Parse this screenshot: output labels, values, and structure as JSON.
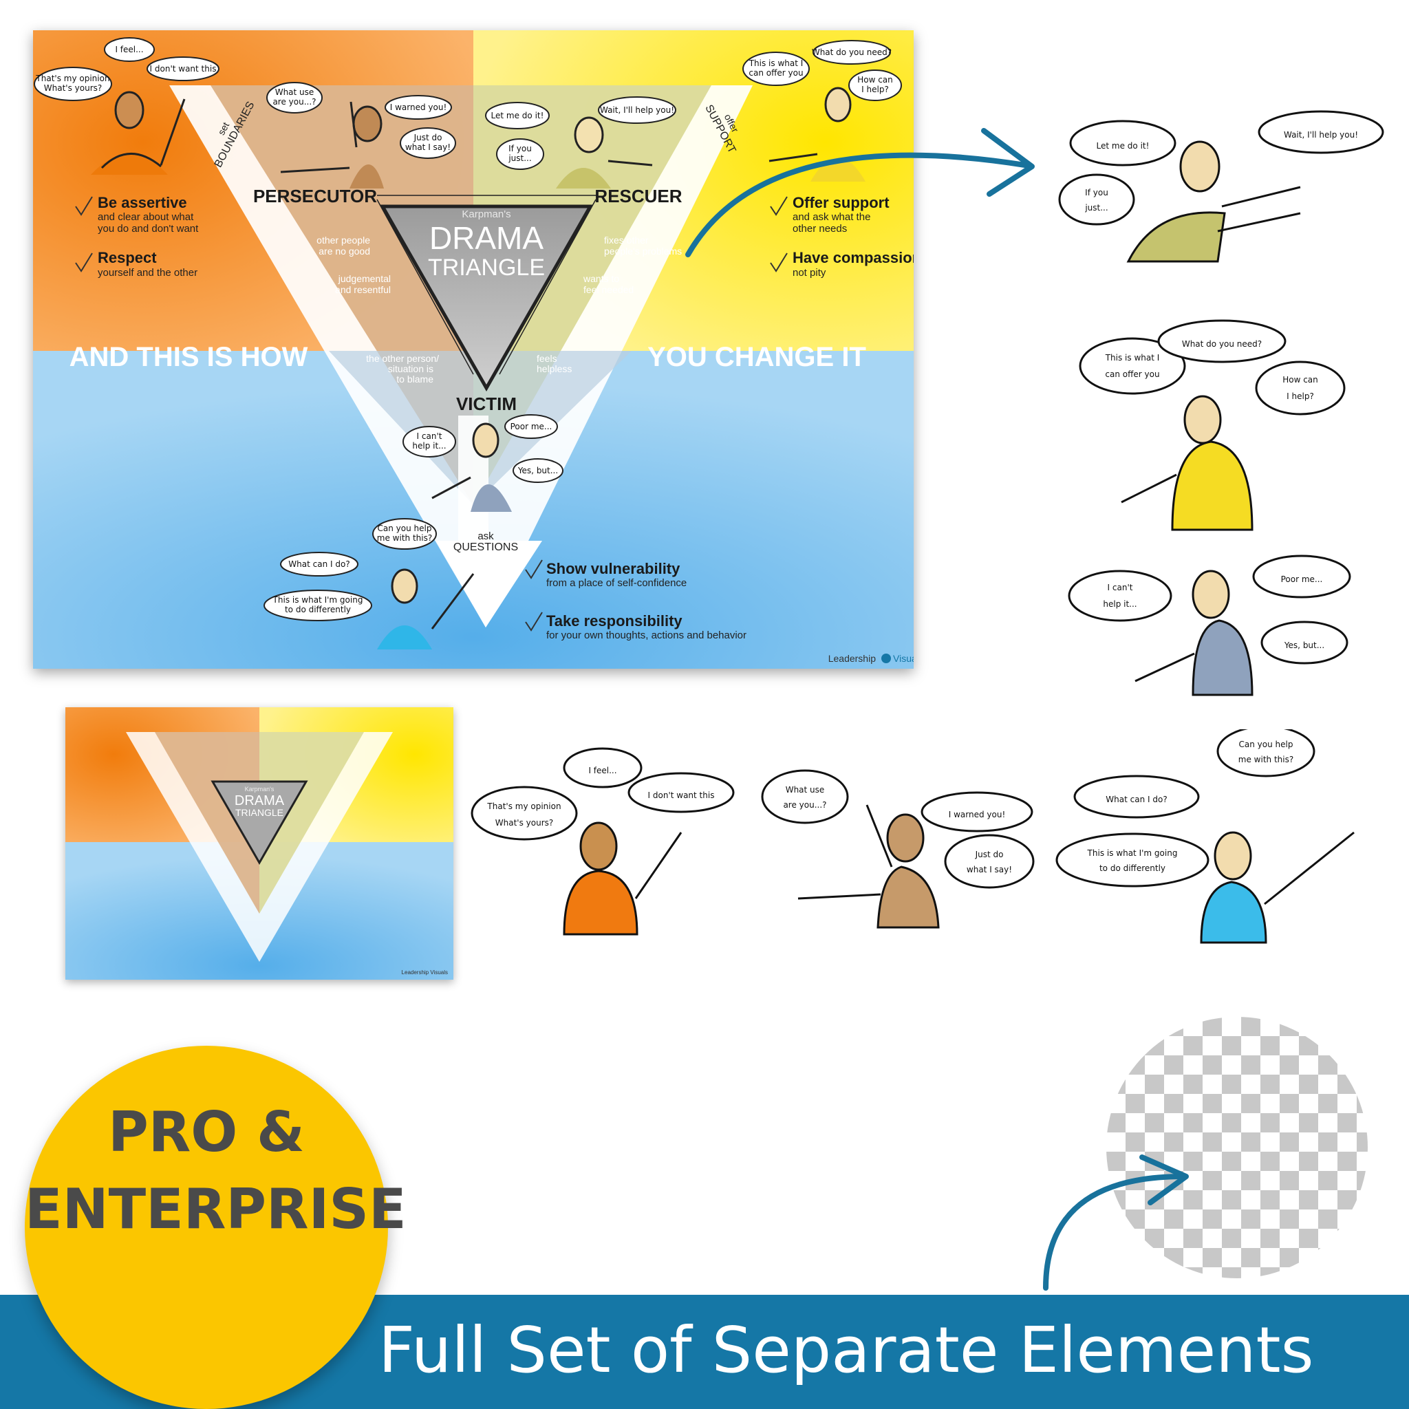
{
  "colors": {
    "orange": "#f28a1a",
    "yellow": "#ffe83a",
    "blue": "#7cc0ec",
    "banner": "#1577a6",
    "badge": "#fbc600",
    "arrow": "#18729c"
  },
  "poster": {
    "title_small": "Karpman's",
    "title_big_1": "DRAMA",
    "title_big_2": "TRIANGLE",
    "roles": {
      "persecutor": "PERSECUTOR",
      "rescuer": "RESCUER",
      "victim": "VICTIM"
    },
    "change_left": "AND THIS IS HOW",
    "change_right": "YOU CHANGE IT",
    "traits": {
      "p1": "other people",
      "p2": "are no good",
      "p3": "judgemental",
      "p4": "and resentful",
      "r1": "fixes other",
      "r2": "people's problems",
      "r3": "wants to",
      "r4": "feel needed",
      "v1": "the other person/",
      "v2": "situation is",
      "v3": "to blame",
      "v4": "feels",
      "v5": "helpless"
    },
    "side_labels": {
      "set": "set",
      "boundaries": "BOUNDARIES",
      "offer": "offer",
      "support": "SUPPORT",
      "ask": "ask",
      "questions": "QUESTIONS"
    },
    "tips": {
      "assertive_title": "Be assertive",
      "assertive_1": "and clear about what",
      "assertive_2": "you do and don't want",
      "respect_title": "Respect",
      "respect_1": "yourself and the other",
      "support_title": "Offer support",
      "support_1": "and ask what the",
      "support_2": "other needs",
      "compassion_title": "Have compassion,",
      "compassion_1": "not pity",
      "vulnerability_title": "Show vulnerability",
      "vulnerability_1": "from a place of self-confidence",
      "responsibility_title": "Take responsibility",
      "responsibility_1": "for your own thoughts, actions and behavior"
    },
    "bubbles": {
      "assertive": [
        "I feel...",
        "I don't want this",
        "That's my opinion",
        "What's yours?"
      ],
      "persecutor": [
        "What use",
        "are you...?",
        "I warned you!",
        "Just do",
        "what I say!"
      ],
      "rescuer": [
        "Let me do it!",
        "Wait, I'll help you!",
        "If you",
        "just..."
      ],
      "supporter": [
        "This is what I",
        "can offer you",
        "What do you need?",
        "How can",
        "I help?"
      ],
      "victim": [
        "I can't",
        "help it...",
        "Poor me...",
        "Yes, but..."
      ],
      "responsible": [
        "Can you help",
        "me with this?",
        "What can I do?",
        "This is what I'm going",
        "to do differently"
      ]
    },
    "brand_1": "Leadership",
    "brand_2": "Visuals"
  },
  "mini": {
    "title_small": "Karpman's",
    "title_big_1": "DRAMA",
    "title_big_2": "TRIANGLE",
    "brand": "Leadership Visuals"
  },
  "badge": {
    "line1": "PRO &",
    "line2": "ENTERPRISE"
  },
  "footer": {
    "text": "Full Set of Separate Elements"
  }
}
